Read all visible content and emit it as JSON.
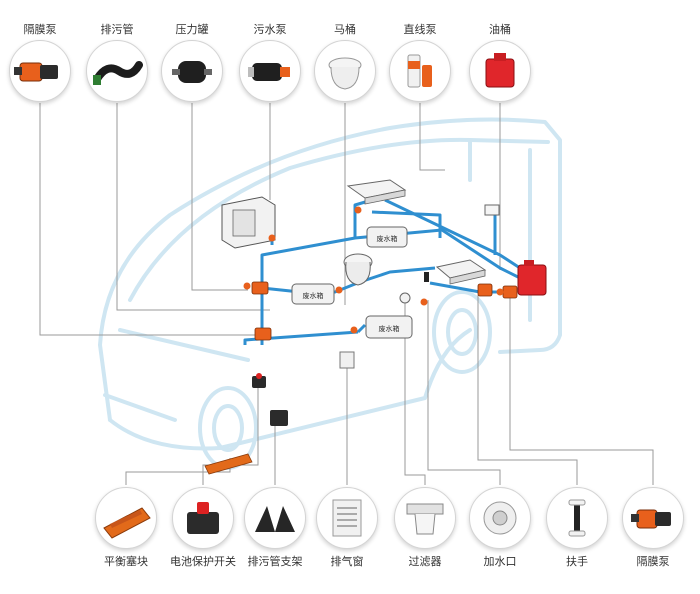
{
  "top_components": [
    {
      "label": "隔膜泵",
      "icon": "diaphragm-pump-icon"
    },
    {
      "label": "排污管",
      "icon": "sewage-hose-icon"
    },
    {
      "label": "压力罐",
      "icon": "pressure-tank-icon"
    },
    {
      "label": "污水泵",
      "icon": "wastewater-pump-icon"
    },
    {
      "label": "马桶",
      "icon": "toilet-icon"
    },
    {
      "label": "直线泵",
      "icon": "inline-pump-icon"
    },
    {
      "label": "油桶",
      "icon": "fuel-can-icon"
    }
  ],
  "bottom_components": [
    {
      "label": "平衡塞块",
      "icon": "leveling-block-icon"
    },
    {
      "label": "电池保护开关",
      "icon": "battery-switch-icon"
    },
    {
      "label": "排污管支架",
      "icon": "hose-support-icon"
    },
    {
      "label": "排气窗",
      "icon": "vent-window-icon"
    },
    {
      "label": "过滤器",
      "icon": "strainer-filter-icon"
    },
    {
      "label": "加水口",
      "icon": "water-inlet-icon"
    },
    {
      "label": "扶手",
      "icon": "grab-handle-icon"
    },
    {
      "label": "隔膜泵",
      "icon": "diaphragm-pump-icon"
    }
  ],
  "tank_labels": {
    "grey_water_tank": "废水箱",
    "fresh_water_tank": "废水箱",
    "waste_tank": "废水箱"
  },
  "colors": {
    "vehicle_outline": "#cfe6f2",
    "pipe": "#2f8fd0",
    "pump_accent": "#e8601c",
    "fuel_can": "#e0262b"
  }
}
